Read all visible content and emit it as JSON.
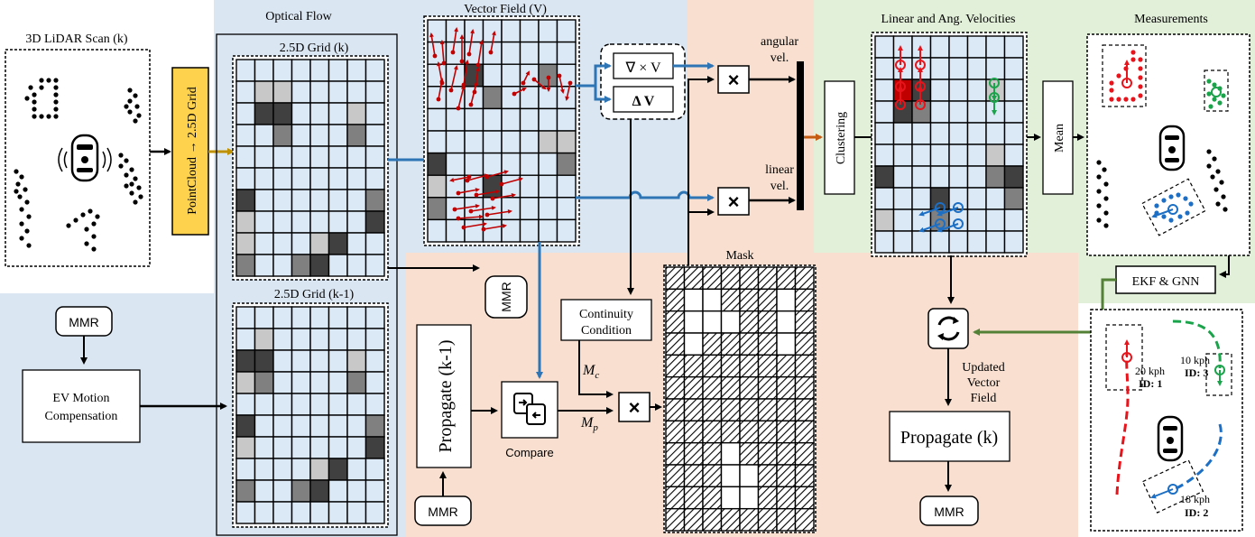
{
  "panels": {
    "lidar_title": "3D LiDAR Scan (k)",
    "optical_flow_title": "Optical Flow",
    "grid_k_title": "2.5D Grid (k)",
    "grid_k1_title": "2.5D Grid (k-1)",
    "vector_field_title": "Vector Field (V)",
    "velocities_title": "Linear and Ang. Velocities",
    "measurements_title": "Measurements",
    "mask_title": "Mask"
  },
  "blocks": {
    "pointcloud_label": "PointCloud → 2.5D Grid",
    "mmr_label": "MMR",
    "ev_motion_line1": "EV Motion",
    "ev_motion_line2": "Compensation",
    "curl_label": "∇ × V",
    "delta_label": "Δ V",
    "continuity_line1": "Continuity",
    "continuity_line2": "Condition",
    "propagate_k1_label": "Propagate (k-1)",
    "compare_label": "Compare",
    "clustering_label": "Clustering",
    "mean_label": "Mean",
    "ekf_label": "EKF & GNN",
    "updated_line1": "Updated",
    "updated_line2": "Vector",
    "updated_line3": "Field",
    "propagate_k_label": "Propagate (k)",
    "angular_line1": "angular",
    "angular_line2": "vel.",
    "linear_line1": "linear",
    "linear_line2": "vel.",
    "mc_label": "M",
    "mc_sub": "c",
    "mp_label": "M",
    "mp_sub": "p",
    "multiply_symbol": "×"
  },
  "tracks": [
    {
      "speed": "20 kph",
      "id": "ID: 1",
      "color": "#e8141c"
    },
    {
      "speed": "10 kph",
      "id": "ID: 3",
      "color": "#1aa34a"
    },
    {
      "speed": "18 kph",
      "id": "ID: 2",
      "color": "#1c6fc4"
    }
  ],
  "colors": {
    "blue_region": "#dbe6f3",
    "peach_region": "#f8dfd0",
    "green_region": "#e2efd9",
    "grid_cell": "#dbe8f6",
    "yellow_block": "#ffd24d",
    "blue_arrow": "#2e75b6",
    "orange_arrow": "#c55a11",
    "gold_arrow": "#bf9000",
    "green_arrow": "#538135"
  }
}
